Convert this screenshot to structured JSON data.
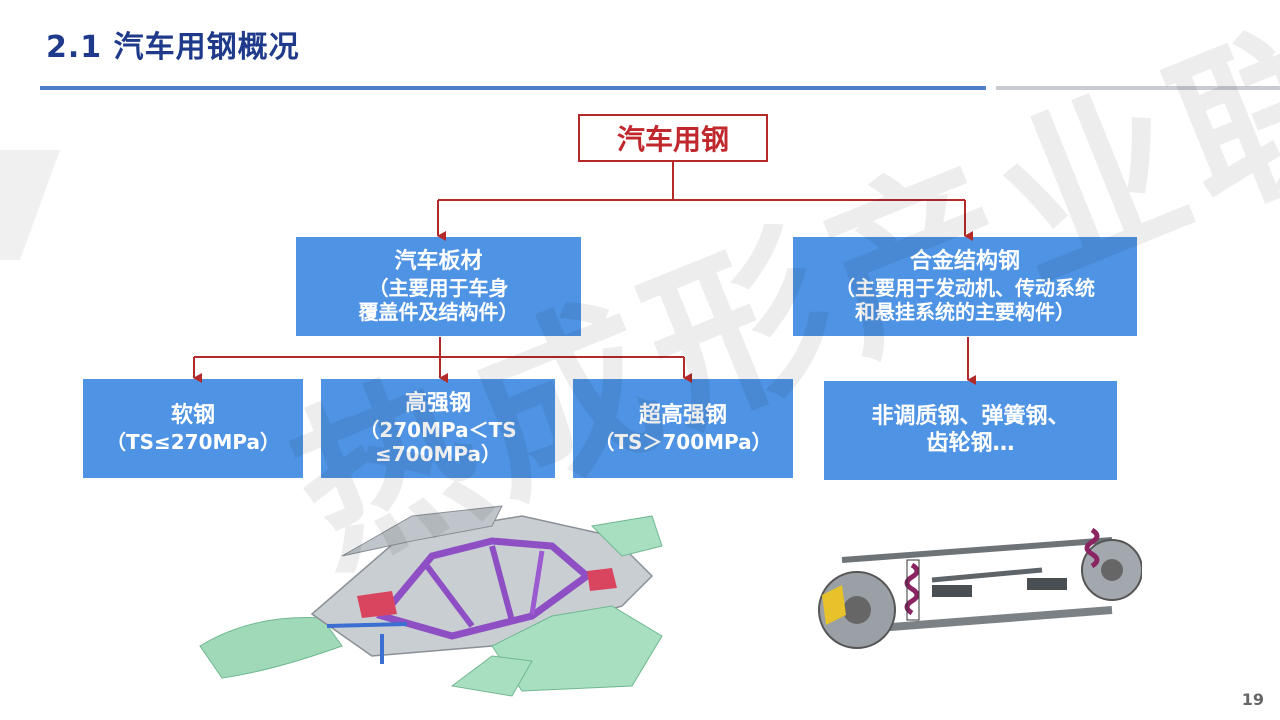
{
  "header": {
    "title": "2.1  汽车用钢概况"
  },
  "watermark": {
    "text": "热成形产业联盟"
  },
  "diagram": {
    "root": "汽车用钢",
    "branches": [
      {
        "line1": "汽车板材",
        "line2": "（主要用于车身",
        "line3": "覆盖件及结构件）"
      },
      {
        "line1": "合金结构钢",
        "line2": "（主要用于发动机、传动系统",
        "line3": "和悬挂系统的主要构件）"
      }
    ],
    "leaves": [
      {
        "line1": "软钢",
        "line2": "（TS≤270MPa）"
      },
      {
        "line1": "高强钢",
        "line2": "（270MPa＜TS",
        "line3": "≤700MPa）"
      },
      {
        "line1": "超高强钢",
        "line2": "（TS＞700MPa）"
      },
      {
        "line1": "非调质钢、弹簧钢、",
        "line2": "齿轮钢…"
      }
    ],
    "connector_color": "#b42a2a",
    "box_color": "#4f94e4"
  },
  "images": {
    "car_body": "car-body-in-white-image",
    "chassis": "suspension-chassis-image"
  },
  "footer": {
    "page_number": "19"
  }
}
